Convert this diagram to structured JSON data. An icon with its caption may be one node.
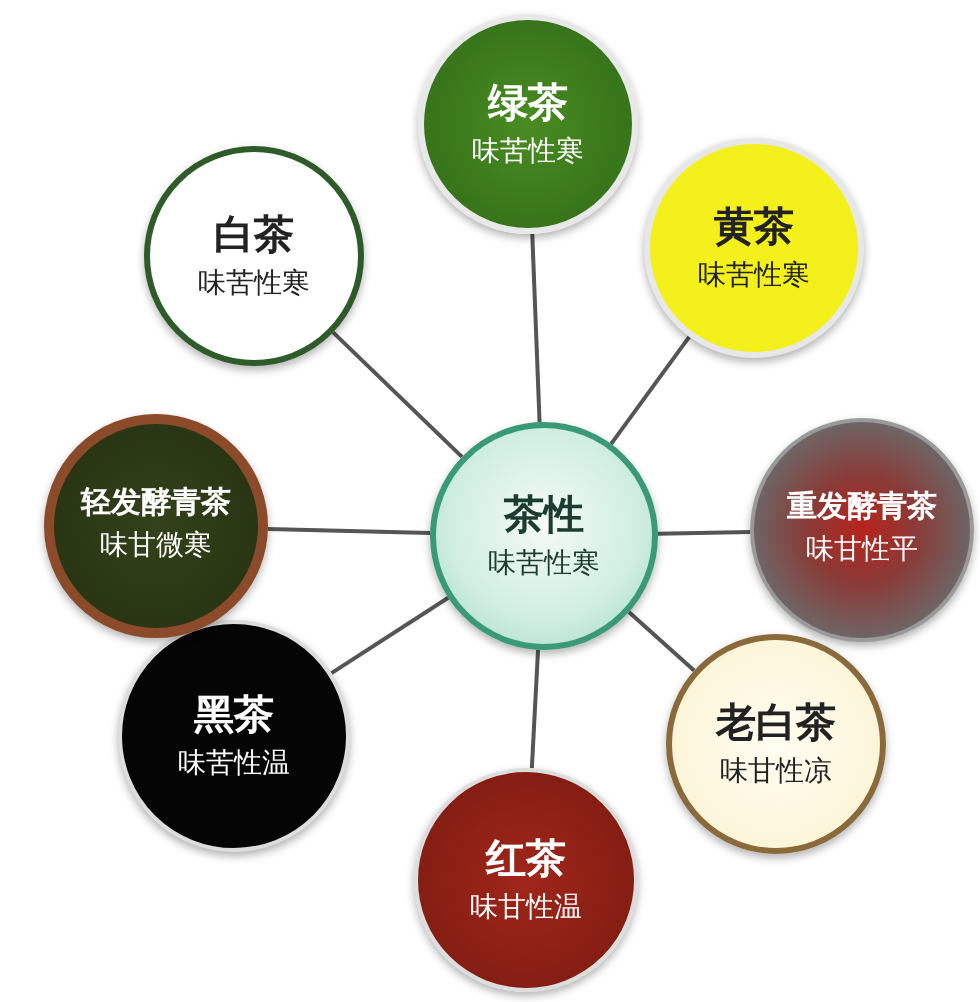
{
  "diagram": {
    "nodes": [
      {
        "text": [
          "茶性",
          "味苦性寒"
        ]
      },
      {
        "text": [
          "绿茶",
          "味苦性寒"
        ]
      },
      {
        "text": [
          "黄茶",
          "味苦性寒"
        ]
      },
      {
        "text": [
          "重发酵青茶",
          "味甘性平"
        ]
      },
      {
        "text": [
          "老白茶",
          "味甘性凉"
        ]
      },
      {
        "text": [
          "红茶",
          "味甘性温"
        ]
      },
      {
        "text": [
          "黑茶",
          "味苦性温"
        ]
      },
      {
        "text": [
          "轻发酵青茶",
          "味甘微寒"
        ]
      },
      {
        "text": [
          "白茶",
          "味苦性寒"
        ]
      }
    ],
    "edges": [
      {
        "from": 0,
        "to": 1,
        "arrow": "none"
      },
      {
        "from": 0,
        "to": 2,
        "arrow": "none"
      },
      {
        "from": 0,
        "to": 3,
        "arrow": "none"
      },
      {
        "from": 0,
        "to": 4,
        "arrow": "none"
      },
      {
        "from": 0,
        "to": 5,
        "arrow": "none"
      },
      {
        "from": 0,
        "to": 6,
        "arrow": "none"
      },
      {
        "from": 0,
        "to": 7,
        "arrow": "none"
      },
      {
        "from": 0,
        "to": 8,
        "arrow": "none"
      }
    ]
  }
}
